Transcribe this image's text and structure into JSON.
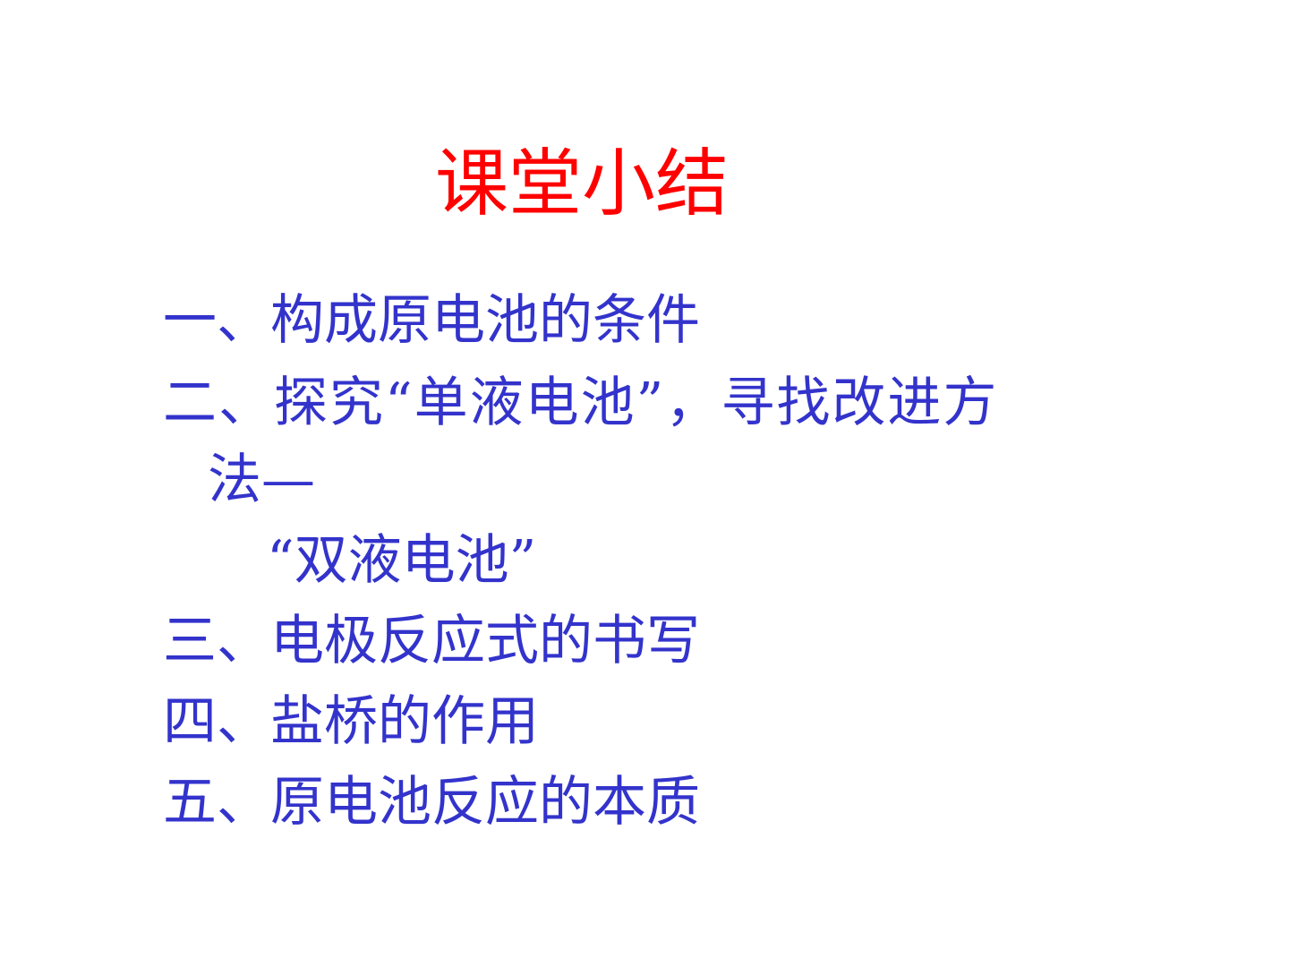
{
  "colors": {
    "title": "#ff0000",
    "body": "#3333cc",
    "background": "#ffffff"
  },
  "slide": {
    "title": "课堂小结",
    "lines": [
      "一、构成原电池的条件",
      "二、探究“单液电池”，寻找改进方",
      "法—",
      "“双液电池”",
      "三、电极反应式的书写",
      "四、盐桥的作用",
      "五、原电池反应的本质"
    ]
  }
}
